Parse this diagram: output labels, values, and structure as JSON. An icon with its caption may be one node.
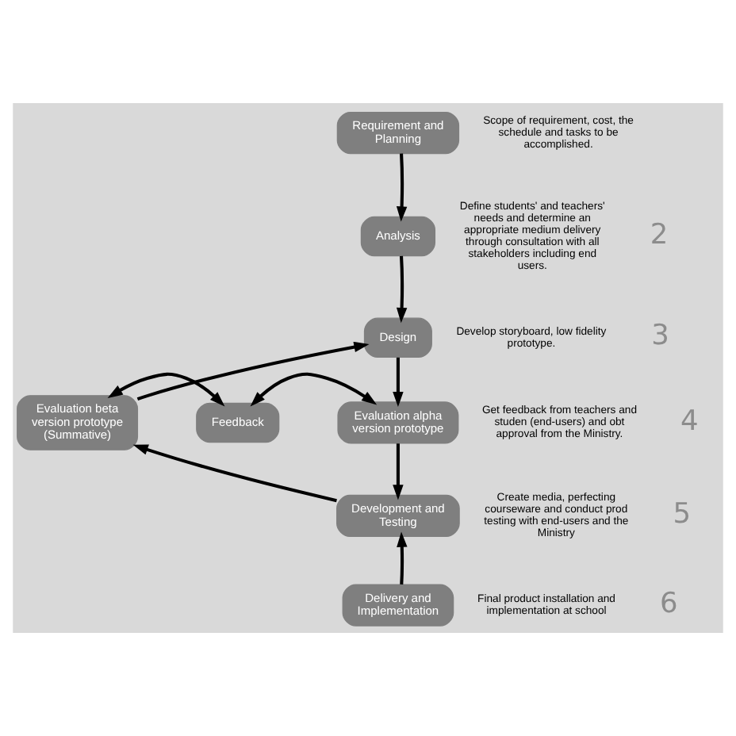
{
  "diagram": {
    "nodes": [
      {
        "text": [
          "Requirement and Planning"
        ],
        "beside": [
          "Scope of requirement, cost, the schedule and tasks to be accomplished."
        ]
      },
      {
        "text": [
          "Analysis"
        ],
        "beside": [
          "Define students' and teachers' needs and determine an appropriate medium delivery through consultation with all stakeholders including end users.",
          "2"
        ]
      },
      {
        "text": [
          "Design"
        ],
        "beside": [
          "Develop storyboard, low fidelity prototype.",
          "3"
        ]
      },
      {
        "text": [
          "Evaluation beta version prototype (Summative)"
        ]
      },
      {
        "text": [
          "Feedback"
        ]
      },
      {
        "text": [
          "Evaluation alpha version prototype"
        ],
        "beside": [
          "Get feedback from teachers and studen (end-users) and obt approval from the Ministry.",
          "4"
        ]
      },
      {
        "text": [
          "Development and Testing"
        ],
        "beside": [
          "Create media, perfecting courseware and conduct prod testing with end-users and the Ministry",
          "5"
        ]
      },
      {
        "text": [
          "Delivery and Implementation"
        ],
        "beside": [
          "Final product installation and implementation at school",
          "6"
        ]
      }
    ],
    "edges": [
      {
        "from": 0,
        "to": 1,
        "arrow": "to"
      },
      {
        "from": 1,
        "to": 2,
        "arrow": "to"
      },
      {
        "from": 2,
        "to": 5,
        "arrow": "to"
      },
      {
        "from": 5,
        "to": 6,
        "arrow": "to"
      },
      {
        "from": 6,
        "to": 3,
        "arrow": "to"
      },
      {
        "from": 3,
        "to": 2,
        "arrow": "to"
      },
      {
        "from": 4,
        "to": 3,
        "arrow": "both"
      },
      {
        "from": 4,
        "to": 5,
        "arrow": "both"
      },
      {
        "from": 7,
        "to": 6,
        "arrow": "to"
      }
    ]
  }
}
